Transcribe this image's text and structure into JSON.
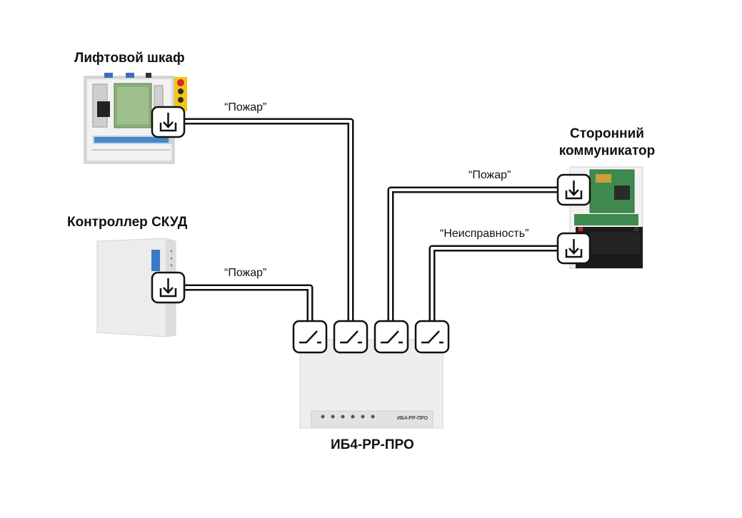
{
  "labels": {
    "elevator": "Лифтовой шкаф",
    "access_controller": "Контроллер СКУД",
    "communicator_line1": "Сторонний",
    "communicator_line2": "коммуникатор",
    "device": "ИБ4-РР-ПРО"
  },
  "signals": {
    "elevator": "“Пожар”",
    "access_controller": "“Пожар”",
    "communicator_fire": "“Пожар”",
    "communicator_fault": "“Неисправность”"
  },
  "device_panel": {
    "model_text": "ИБ4-РР-ПРО"
  },
  "icons": {
    "input": "input-arrow-icon",
    "relay": "relay-switch-icon"
  },
  "colors": {
    "wire": "#111111",
    "cabinet": "#e6e6e6",
    "device_body": "#eeeeee"
  }
}
